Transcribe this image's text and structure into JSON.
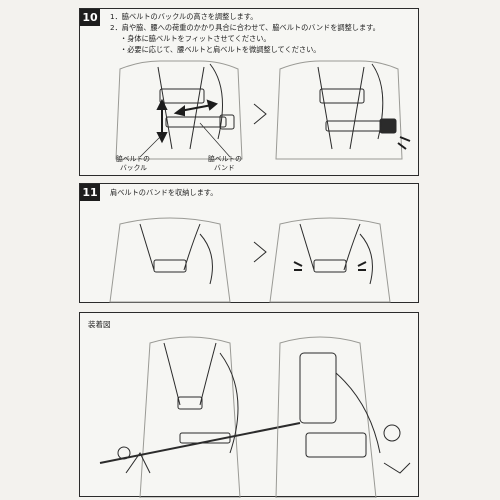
{
  "step10": {
    "number": "10",
    "line1": "1．脇ベルトのバックルの高さを調整します。",
    "line2": "2．肩や脇、腰への荷重のかかり具合に合わせて、脇ベルトのバンドを調整します。",
    "bullet1": "・身体に脇ベルトをフィットさせてください。",
    "bullet2": "・必要に応じて、腰ベルトと肩ベルトを微調整してください。",
    "label_buckle_1": "脇ベルトの",
    "label_buckle_2": "バックル",
    "label_band_1": "脇ベルトの",
    "label_band_2": "バンド"
  },
  "step11": {
    "number": "11",
    "line1": "肩ベルトのバンドを収納します。"
  },
  "wearing": {
    "title": "装着図"
  },
  "colors": {
    "ink": "#2b2b2b",
    "paper": "#f6f6f3"
  }
}
